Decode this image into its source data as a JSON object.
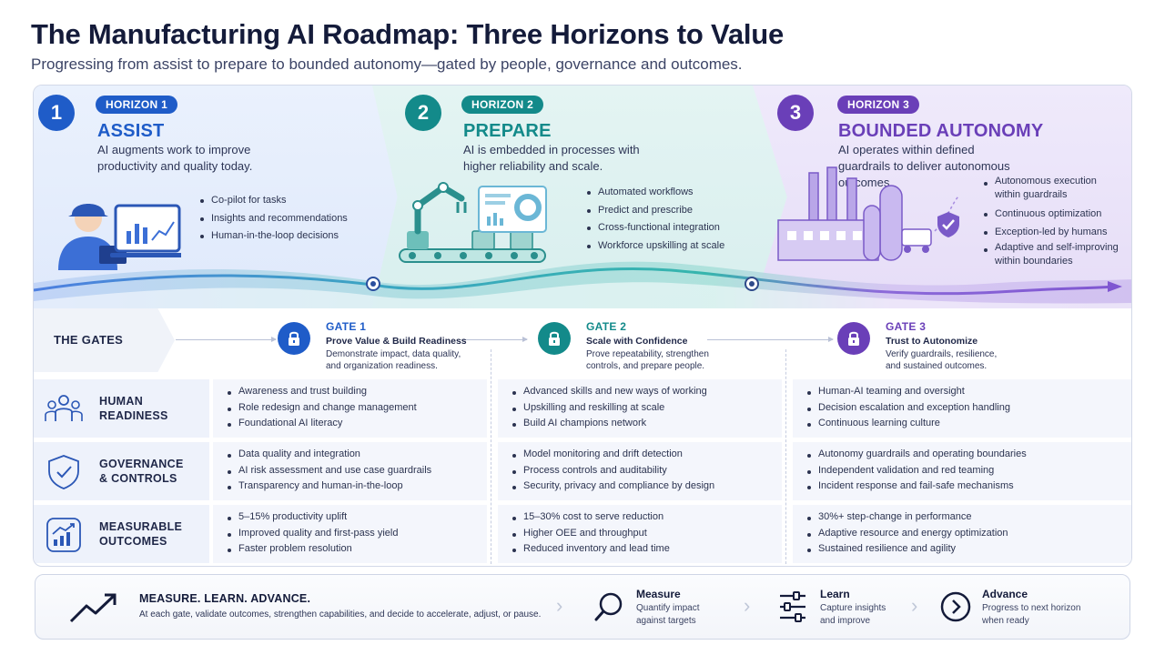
{
  "header": {
    "title": "The Manufacturing AI Roadmap: Three Horizons to Value",
    "subtitle": "Progressing from assist to prepare to bounded autonomy—gated by people, governance and outcomes."
  },
  "horizons": [
    {
      "number": "1",
      "tag": "HORIZON 1",
      "name": "ASSIST",
      "description": "AI augments work to improve productivity and quality today.",
      "color": "#1f5cc8",
      "bullets": [
        "Co-pilot for tasks",
        "Insights and recommendations",
        "Human-in-the-loop decisions"
      ]
    },
    {
      "number": "2",
      "tag": "HORIZON 2",
      "name": "PREPARE",
      "description": "AI is embedded in processes with higher reliability and scale.",
      "color": "#138a8a",
      "bullets": [
        "Automated workflows",
        "Predict and prescribe",
        "Cross-functional integration",
        "Workforce upskilling at scale"
      ]
    },
    {
      "number": "3",
      "tag": "HORIZON 3",
      "name": "BOUNDED AUTONOMY",
      "description": "AI operates within defined guardrails to deliver autonomous outcomes.",
      "color": "#6a3fb8",
      "bullets": [
        "Autonomous execution within guardrails",
        "Continuous optimization",
        "Exception-led by humans",
        "Adaptive and self-improving within boundaries"
      ]
    }
  ],
  "gates": {
    "label": "THE GATES",
    "items": [
      {
        "title": "GATE 1",
        "subtitle": "Prove Value & Build Readiness",
        "description_lines": [
          "Demonstrate impact, data quality,",
          "and organization readiness."
        ],
        "color": "#1f5cc8"
      },
      {
        "title": "GATE 2",
        "subtitle": "Scale with Confidence",
        "description_lines": [
          "Prove repeatability, strengthen",
          "controls, and prepare people."
        ],
        "color": "#138a8a"
      },
      {
        "title": "GATE 3",
        "subtitle": "Trust to Autonomize",
        "description_lines": [
          "Verify guardrails, resilience,",
          "and sustained outcomes."
        ],
        "color": "#6a3fb8"
      }
    ]
  },
  "rows": [
    {
      "title_lines": [
        "HUMAN",
        "READINESS"
      ],
      "icon": "people-icon",
      "cells": [
        [
          "Awareness and trust building",
          "Role redesign and change management",
          "Foundational AI literacy"
        ],
        [
          "Advanced skills and new ways of working",
          "Upskilling and reskilling at scale",
          "Build AI champions network"
        ],
        [
          "Human-AI teaming and oversight",
          "Decision escalation and exception handling",
          "Continuous learning culture"
        ]
      ]
    },
    {
      "title_lines": [
        "GOVERNANCE",
        "& CONTROLS"
      ],
      "icon": "shield-check-icon",
      "cells": [
        [
          "Data quality and integration",
          "AI risk assessment and use case guardrails",
          "Transparency and human-in-the-loop"
        ],
        [
          "Model monitoring and drift detection",
          "Process controls and auditability",
          "Security, privacy and compliance by design"
        ],
        [
          "Autonomy guardrails and operating boundaries",
          "Independent validation and red teaming",
          "Incident response and fail-safe mechanisms"
        ]
      ]
    },
    {
      "title_lines": [
        "MEASURABLE",
        "OUTCOMES"
      ],
      "icon": "growth-chart-icon",
      "cells": [
        [
          "5–15% productivity uplift",
          "Improved quality and first-pass yield",
          "Faster problem resolution"
        ],
        [
          "15–30% cost to serve reduction",
          "Higher OEE and throughput",
          "Reduced inventory and lead time"
        ],
        [
          "30%+ step-change in performance",
          "Adaptive resource and energy optimization",
          "Sustained resilience and agility"
        ]
      ]
    }
  ],
  "footer": {
    "title": "MEASURE. LEARN. ADVANCE.",
    "description": "At each gate, validate outcomes, strengthen capabilities, and decide to accelerate, adjust, or pause.",
    "steps": [
      {
        "title": "Measure",
        "lines": [
          "Quantify impact",
          "against targets"
        ],
        "icon": "magnifier-icon"
      },
      {
        "title": "Learn",
        "lines": [
          "Capture insights",
          "and improve"
        ],
        "icon": "sliders-icon"
      },
      {
        "title": "Advance",
        "lines": [
          "Progress to next horizon",
          "when ready"
        ],
        "icon": "chevron-circle-icon"
      }
    ]
  }
}
